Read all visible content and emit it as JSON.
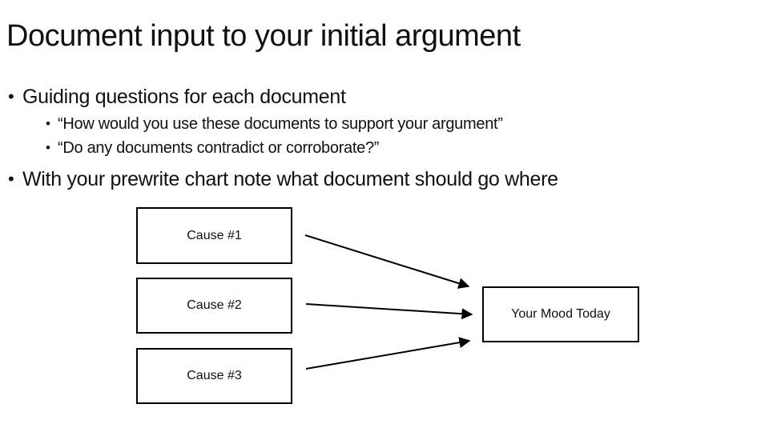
{
  "slide": {
    "title": "Document input to your initial argument",
    "bullet_char": "•",
    "bullets": {
      "b1": "Guiding questions for each document",
      "sb1": "“How would you use these documents to support your argument”",
      "sb2": "“Do any documents contradict or corroborate?”",
      "b2": "With your prewrite chart note what document should go where"
    },
    "diagram": {
      "causes": [
        "Cause #1",
        "Cause #2",
        "Cause #3"
      ],
      "effect": "Your Mood Today",
      "connections": [
        {
          "from": "Cause #1",
          "to": "Your Mood Today"
        },
        {
          "from": "Cause #2",
          "to": "Your Mood Today"
        },
        {
          "from": "Cause #3",
          "to": "Your Mood Today"
        }
      ]
    },
    "colors": {
      "background": "#ffffff",
      "text": "#111111",
      "box_border": "#000000",
      "arrow": "#000000"
    }
  }
}
